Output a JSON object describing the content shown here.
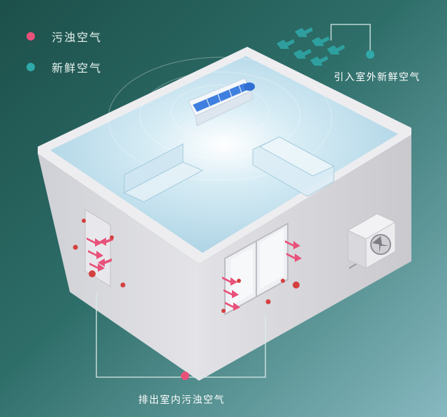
{
  "colors": {
    "background_top": "#1f5752",
    "background_bottom": "#7fb3ba",
    "polluted_air": "#e8527a",
    "fresh_air": "#2fa9a9",
    "room_interior": "#b9dbe8",
    "wall": "#d9d9dd"
  },
  "legend": {
    "polluted": {
      "label": "污浊空气",
      "color": "#e8527a"
    },
    "fresh": {
      "label": "新鲜空气",
      "color": "#2fa9a9"
    }
  },
  "labels": {
    "intake": "引入室外新鲜空气",
    "exhaust": "排出室内污浊空气"
  },
  "icons": {
    "ac_unit": "air-conditioner-icon",
    "outdoor_unit": "outdoor-unit-icon",
    "sofa": "sofa-icon",
    "cabinet": "cabinet-icon"
  }
}
